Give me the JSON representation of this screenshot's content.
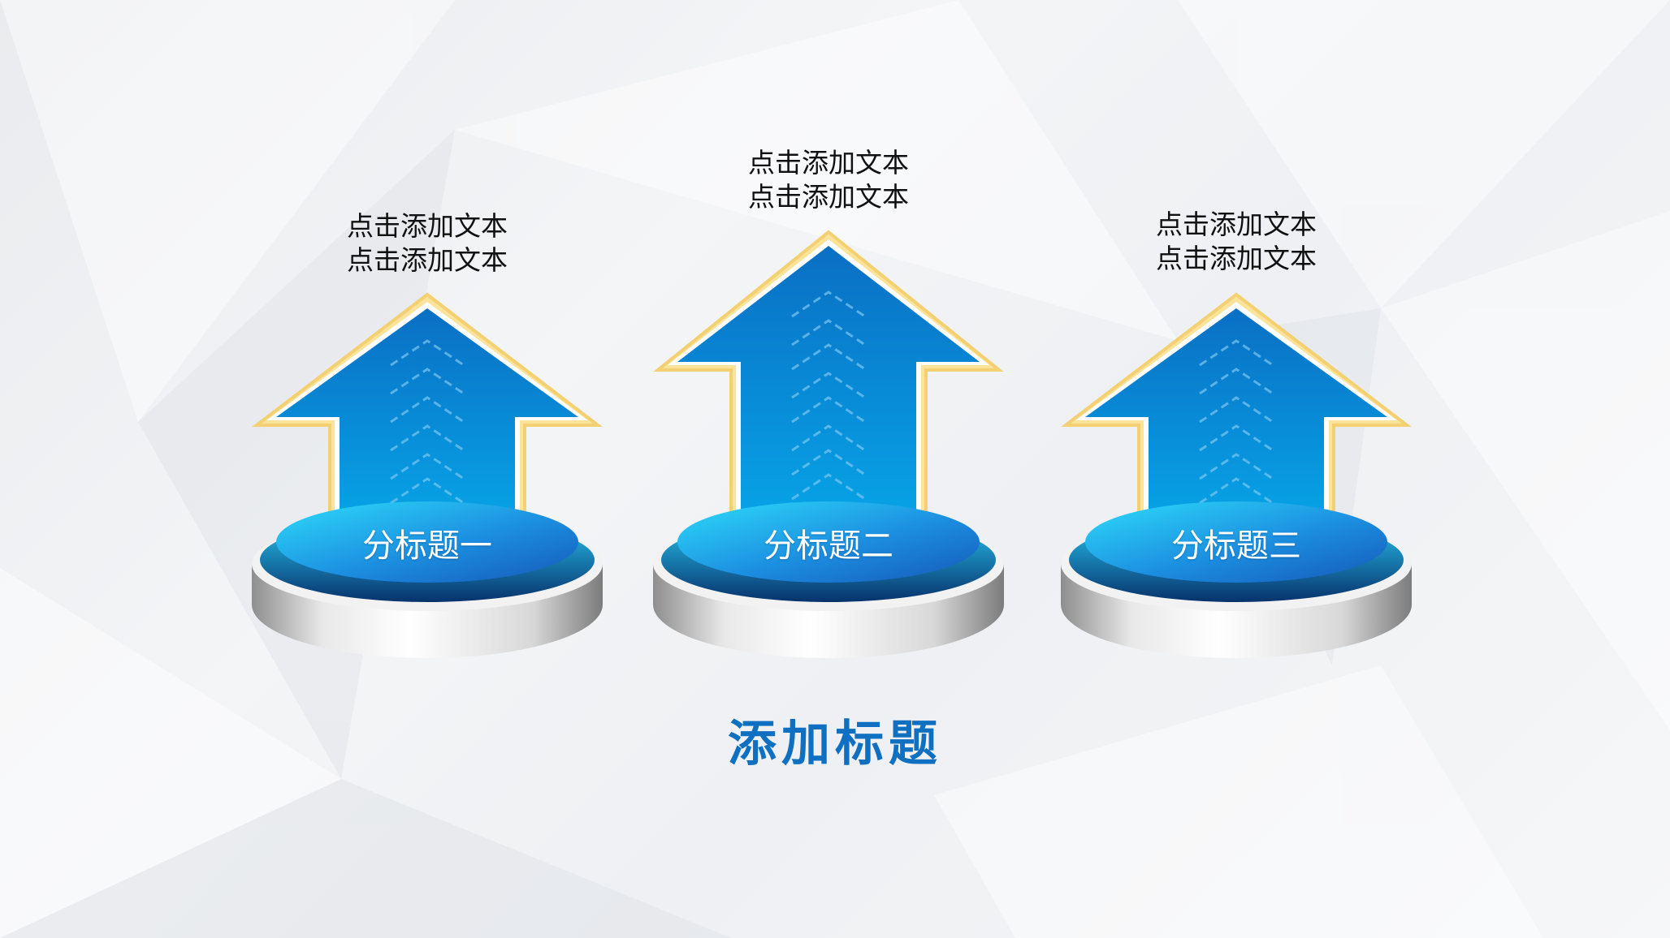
{
  "slide": {
    "title": "添加标题",
    "accent_color": "#0f6fc0",
    "items": [
      {
        "caption_line1": "点击添加文本",
        "caption_line2": "点击添加文本",
        "subtitle": "分标题一"
      },
      {
        "caption_line1": "点击添加文本",
        "caption_line2": "点击添加文本",
        "subtitle": "分标题二"
      },
      {
        "caption_line1": "点击添加文本",
        "caption_line2": "点击添加文本",
        "subtitle": "分标题三"
      }
    ]
  }
}
